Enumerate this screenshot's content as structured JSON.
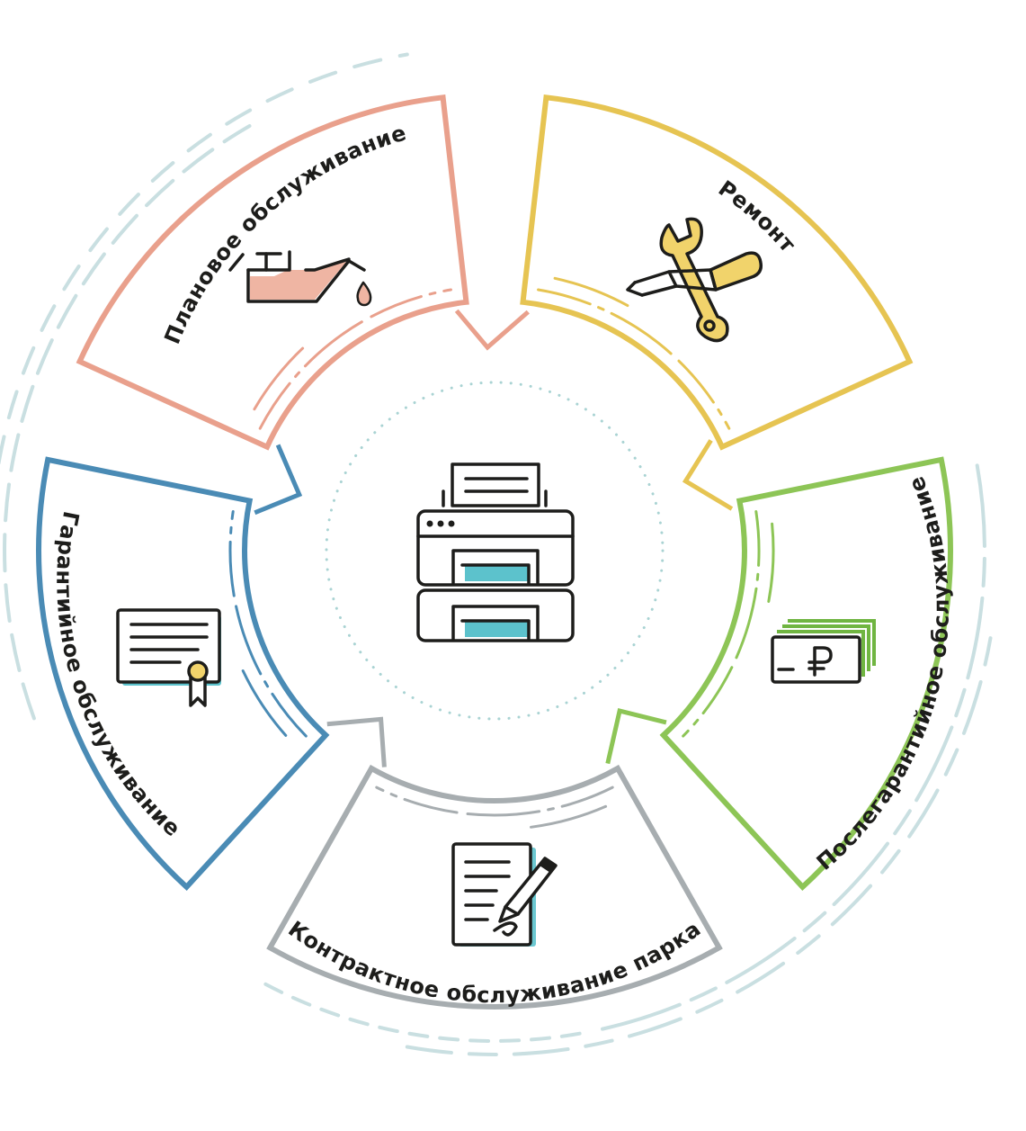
{
  "segments": [
    {
      "key": "planned",
      "label": "Плановое обслуживание",
      "color": "#e9a08c"
    },
    {
      "key": "repair",
      "label": "Ремонт",
      "color": "#e6c452"
    },
    {
      "key": "post_warranty",
      "label": "Послегарантийное обслуживание",
      "color": "#8dc556"
    },
    {
      "key": "contract",
      "label": "Контрактное обслуживание парка",
      "color": "#a7adb0"
    },
    {
      "key": "warranty",
      "label": "Гарантийное обслуживание",
      "color": "#4a8bb5"
    }
  ],
  "colors": {
    "outer_ring": "#c9dfe1",
    "inner_dots": "#a9d3d3",
    "ink": "#1d1d1b",
    "accent_cyan": "#5cc2cc",
    "oil_fill": "#efb5a3",
    "money_green": "#70b541",
    "seal_yellow": "#f1d36b"
  },
  "center_icon": "printer-icon",
  "icons": [
    "oil-can-icon",
    "wrench-screwdriver-icon",
    "money-banknotes-icon",
    "contract-pen-icon",
    "certificate-icon"
  ]
}
